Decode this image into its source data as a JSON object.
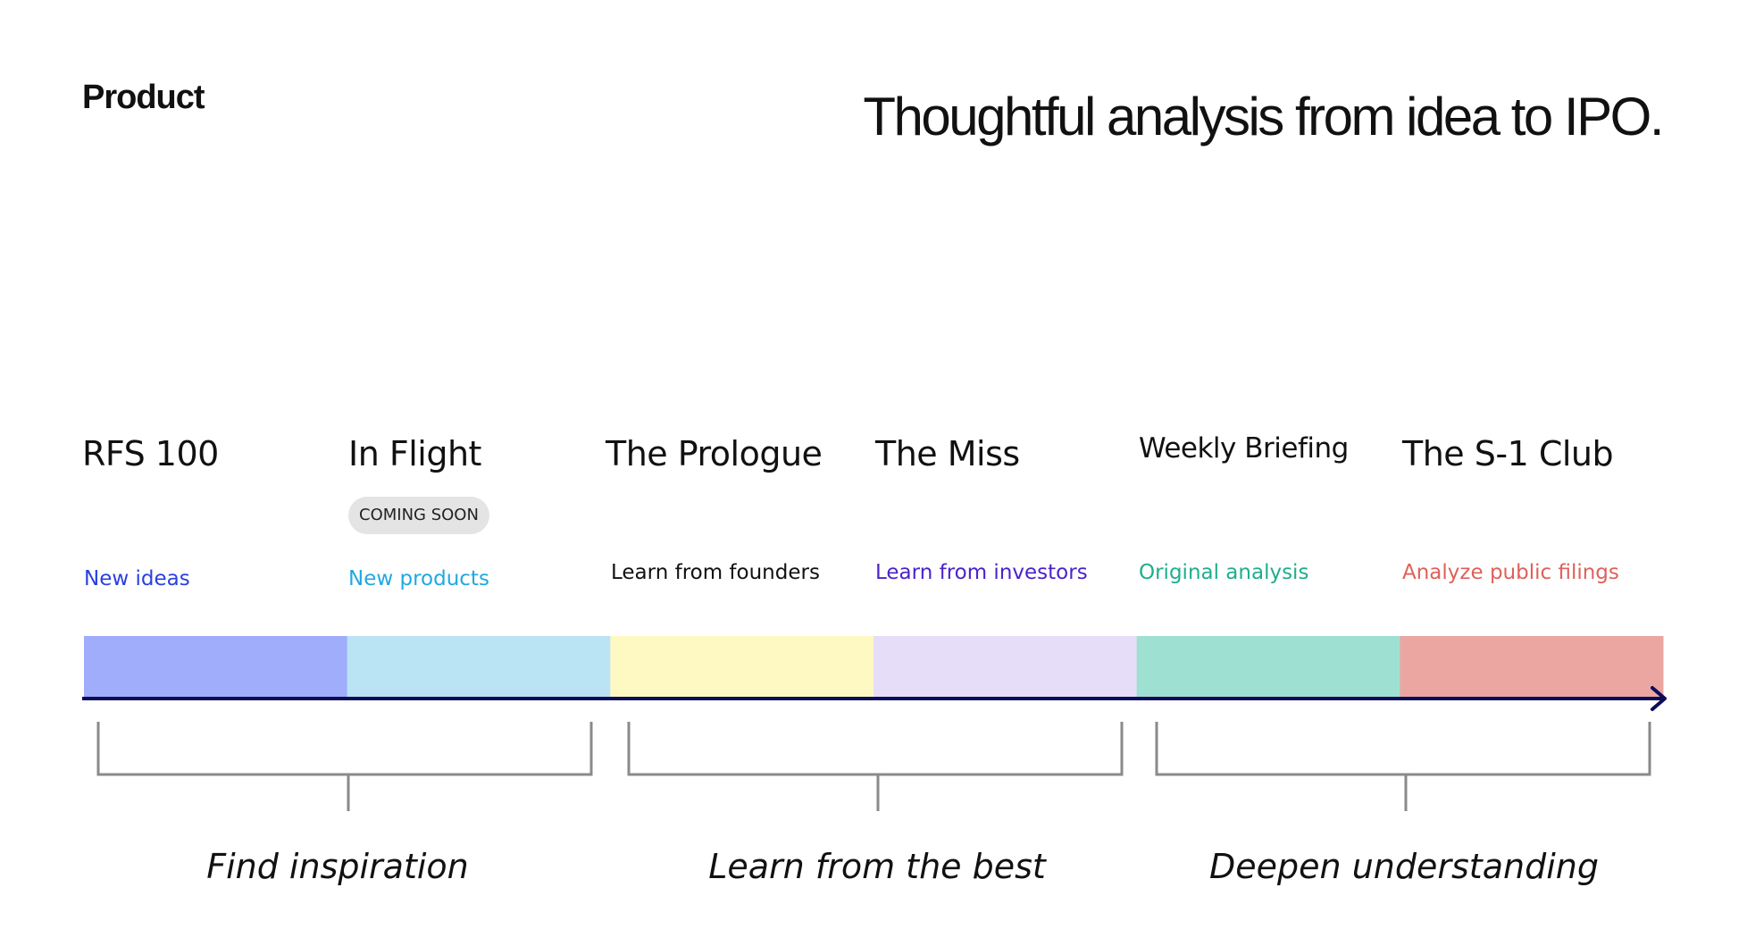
{
  "section_label": "Product",
  "headline": "Thoughtful analysis from idea to IPO.",
  "products": [
    {
      "name": "RFS 100",
      "description": "New ideas",
      "color": "#9fadfb",
      "text_color": "#2a3fe0"
    },
    {
      "name": "In Flight",
      "badge": "COMING SOON",
      "description": "New products",
      "color": "#bae3f4",
      "text_color": "#22a8e0"
    },
    {
      "name": "The Prologue",
      "description": "Learn from founders",
      "color": "#fef9c3",
      "text_color": "#111111"
    },
    {
      "name": "The Miss",
      "description": "Learn from investors",
      "color": "#e6def8",
      "text_color": "#4b22cc"
    },
    {
      "name": "Weekly Briefing",
      "description": "Original analysis",
      "color": "#9ee1d3",
      "text_color": "#1fae8e"
    },
    {
      "name": "The S-1 Club",
      "description": "Analyze public filings",
      "color": "#eba6a1",
      "text_color": "#e0605a"
    }
  ],
  "groups": [
    {
      "label": "Find inspiration"
    },
    {
      "label": "Learn from the best"
    },
    {
      "label": "Deepen understanding"
    }
  ],
  "colors": {
    "axis": "#0c0c5a",
    "bracket": "#8a8a8a",
    "badge_bg": "#e4e4e4"
  }
}
